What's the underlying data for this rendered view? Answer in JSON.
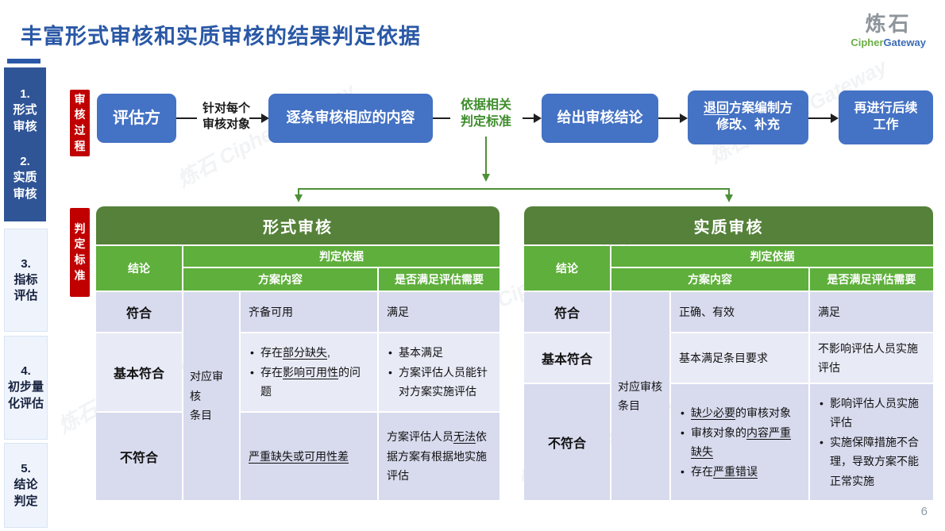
{
  "slide": {
    "title": "丰富形式审核和实质审核的结果判定依据",
    "page_number": "6",
    "watermark": "炼石 CipherGateway"
  },
  "logo": {
    "zh": "炼石",
    "en_green": "Cipher",
    "en_blue": "Gateway"
  },
  "sidebar": {
    "items": [
      {
        "lines": [
          "1.",
          "形式",
          "审核"
        ],
        "active": true
      },
      {
        "lines": [
          "2.",
          "实质",
          "审核"
        ],
        "active": true
      },
      {
        "lines": [
          "3.",
          "指标",
          "评估"
        ],
        "active": false
      },
      {
        "lines": [
          "4.",
          "初步量",
          "化评估"
        ],
        "active": false
      },
      {
        "lines": [
          "5.",
          "结论",
          "判定"
        ],
        "active": false
      }
    ]
  },
  "process": {
    "label_chars": [
      "审",
      "核",
      "过",
      "程"
    ],
    "steps": [
      {
        "label_lines": [
          "评估方"
        ]
      },
      {
        "label_lines": [
          "逐条审核相应的内容"
        ]
      },
      {
        "label_lines": [
          "给出审核结论"
        ]
      },
      {
        "label_lines": [
          {
            "segs": [
              {
                "t": "退回",
                "u": true
              },
              {
                "t": "方案编制方"
              }
            ]
          },
          "修改、补充"
        ]
      },
      {
        "label_lines": [
          "再进行后续",
          "工作"
        ]
      }
    ],
    "edge1_lines": [
      "针对每个",
      "审核对象"
    ],
    "edge2_lines": [
      "依据相关",
      "判定标准"
    ]
  },
  "judge": {
    "label_chars": [
      "判",
      "定",
      "标",
      "准"
    ]
  },
  "tables": [
    {
      "title": "形式审核",
      "col_conclusion": "结论",
      "col_basis": "判定依据",
      "col_content": "方案内容",
      "col_satisfy": "是否满足评估需要",
      "merged_lines": [
        "对应审核",
        "条目"
      ],
      "rows": [
        {
          "conclusion": "符合",
          "content": [
            {
              "segs": [
                {
                  "t": "齐备可用"
                }
              ]
            }
          ],
          "satisfy": [
            {
              "segs": [
                {
                  "t": "满足"
                }
              ]
            }
          ]
        },
        {
          "conclusion": "基本符合",
          "content": [
            {
              "bullet": true,
              "segs": [
                {
                  "t": "存在"
                },
                {
                  "t": "部分缺失",
                  "u": true
                },
                {
                  "t": ","
                }
              ]
            },
            {
              "bullet": true,
              "segs": [
                {
                  "t": "存在"
                },
                {
                  "t": "影响可用性",
                  "u": true
                },
                {
                  "t": "的问题"
                }
              ]
            }
          ],
          "satisfy": [
            {
              "bullet": true,
              "segs": [
                {
                  "t": "基本满足"
                }
              ]
            },
            {
              "bullet": true,
              "segs": [
                {
                  "t": "方案评估人员能针对方案实施评估"
                }
              ]
            }
          ]
        },
        {
          "conclusion": "不符合",
          "content": [
            {
              "segs": [
                {
                  "t": "严重缺失或可用性差",
                  "u": true
                }
              ]
            }
          ],
          "satisfy": [
            {
              "segs": [
                {
                  "t": "方案评估人员"
                },
                {
                  "t": "无法",
                  "u": true
                },
                {
                  "t": "依据方案有根据地实施评估"
                }
              ]
            }
          ]
        }
      ]
    },
    {
      "title": "实质审核",
      "col_conclusion": "结论",
      "col_basis": "判定依据",
      "col_content": "方案内容",
      "col_satisfy": "是否满足评估需要",
      "merged_lines": [
        "对应审核",
        "条目"
      ],
      "rows": [
        {
          "conclusion": "符合",
          "content": [
            {
              "segs": [
                {
                  "t": "正确、有效"
                }
              ]
            }
          ],
          "satisfy": [
            {
              "segs": [
                {
                  "t": "满足"
                }
              ]
            }
          ]
        },
        {
          "conclusion": "基本符合",
          "content": [
            {
              "segs": [
                {
                  "t": "基本满足条目要求"
                }
              ]
            }
          ],
          "satisfy": [
            {
              "segs": [
                {
                  "t": "不影响评估人员实施评估"
                }
              ]
            }
          ]
        },
        {
          "conclusion": "不符合",
          "content": [
            {
              "bullet": true,
              "segs": [
                {
                  "t": "缺少必要",
                  "u": true
                },
                {
                  "t": "的审核对象"
                }
              ]
            },
            {
              "bullet": true,
              "segs": [
                {
                  "t": "审核对象的"
                },
                {
                  "t": "内容严重缺失",
                  "u": true
                }
              ]
            },
            {
              "bullet": true,
              "segs": [
                {
                  "t": "存在"
                },
                {
                  "t": "严重错误",
                  "u": true
                }
              ]
            }
          ],
          "satisfy": [
            {
              "bullet": true,
              "segs": [
                {
                  "t": "影响评估人员实施评估"
                }
              ]
            },
            {
              "bullet": true,
              "segs": [
                {
                  "t": "实施保障措施不合理，导致方案不能正常实施"
                }
              ]
            }
          ]
        }
      ]
    }
  ]
}
